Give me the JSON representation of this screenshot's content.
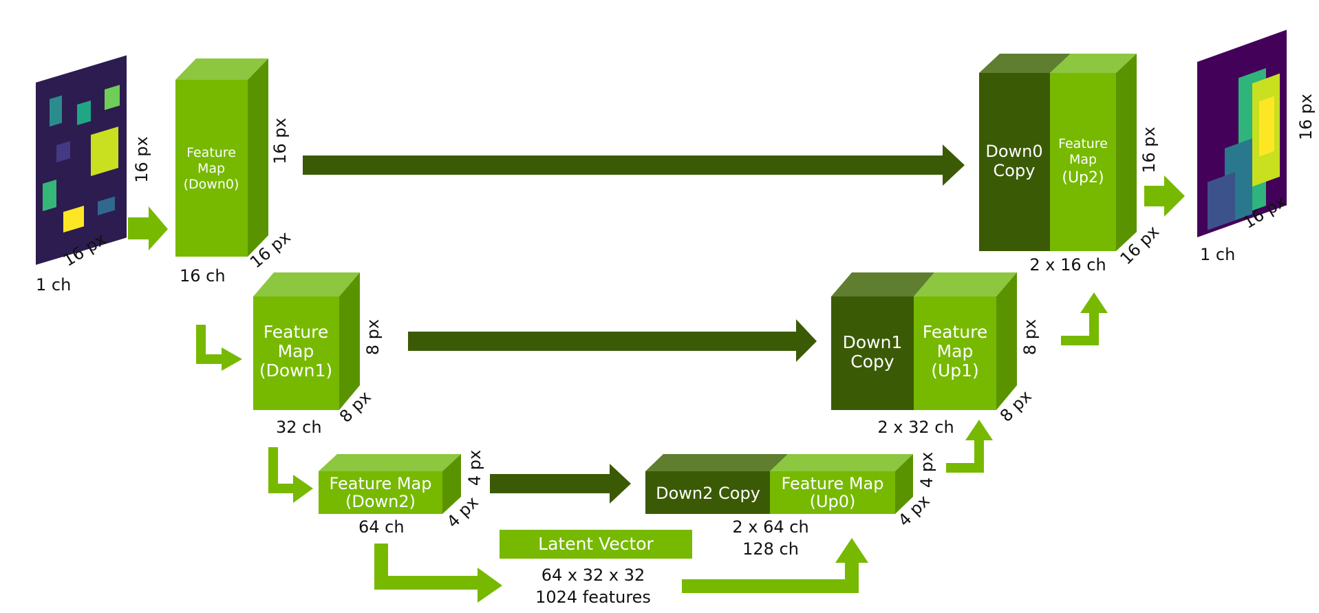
{
  "colors": {
    "light_green": "#76b900",
    "light_top": "#8dc63f",
    "side_green": "#5a9300",
    "dark_green": "#3b5a05",
    "dark_top": "#5f7e30",
    "input_bg": "#2d1c4f",
    "output_bg": "#44015a"
  },
  "input": {
    "size": "16 px",
    "depth": "16 px",
    "channels": "1 ch"
  },
  "down0": {
    "line1": "Feature",
    "line2": "Map",
    "line3": "(Down0)",
    "size": "16 px",
    "depth": "16 px",
    "channels": "16 ch"
  },
  "down1": {
    "line1": "Feature",
    "line2": "Map",
    "line3": "(Down1)",
    "size": "8 px",
    "depth": "8 px",
    "channels": "32 ch"
  },
  "down2": {
    "line1": "Feature Map",
    "line2": "(Down2)",
    "size": "4 px",
    "depth": "4 px",
    "channels": "64 ch"
  },
  "latent": {
    "label": "Latent Vector",
    "dims": "64 x 32 x 32",
    "features": "1024 features"
  },
  "up0": {
    "copy_label": "Down2 Copy",
    "map_line1": "Feature Map",
    "map_line2": "(Up0)",
    "size": "4 px",
    "depth": "4 px",
    "channels": "2 x 64 ch",
    "channels2": "128 ch"
  },
  "up1": {
    "copy_line1": "Down1",
    "copy_line2": "Copy",
    "map_line1": "Feature",
    "map_line2": "Map",
    "map_line3": "(Up1)",
    "size": "8 px",
    "depth": "8 px",
    "channels": "2 x 32 ch"
  },
  "up2": {
    "copy_line1": "Down0",
    "copy_line2": "Copy",
    "map_line1": "Feature",
    "map_line2": "Map",
    "map_line3": "(Up2)",
    "size": "16 px",
    "depth": "16 px",
    "channels": "2 x 16 ch"
  },
  "output": {
    "size": "16 px",
    "depth": "16 px",
    "channels": "1 ch"
  }
}
